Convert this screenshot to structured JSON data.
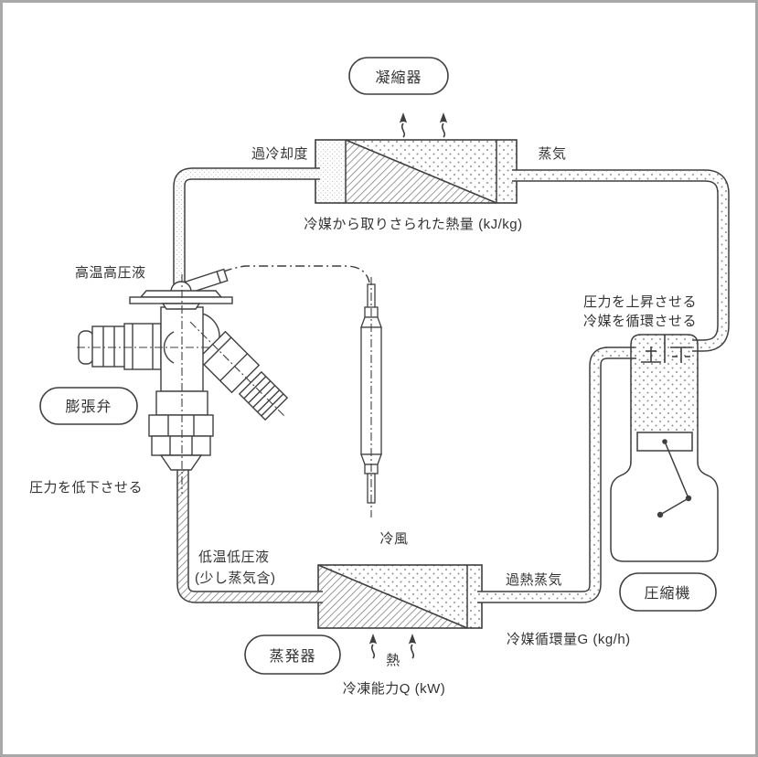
{
  "diagram": {
    "type": "refrigeration-cycle",
    "components": {
      "condenser": "凝縮器",
      "expansion_valve": "膨張弁",
      "evaporator": "蒸発器",
      "compressor": "圧縮機"
    },
    "annotations": {
      "subcooling_degree": "過冷却度",
      "vapor": "蒸気",
      "heat_removed": "冷媒から取りさられた熱量 (kJ/kg)",
      "high_temp_high_pressure_liquid": "高温高圧液",
      "pressure_lowered": "圧力を低下させる",
      "low_temp_low_pressure_liquid": "低温低圧液",
      "slight_vapor_included": "(少し蒸気含)",
      "cold_air": "冷風",
      "heat": "熱",
      "refrigeration_capacity": "冷凍能力Q (kW)",
      "superheated_vapor": "過熱蒸気",
      "refrigerant_circulation_rate": "冷媒循環量G (kg/h)",
      "pressure_raised": "圧力を上昇させる",
      "refrigerant_circulated": "冷媒を循環させる"
    },
    "colors": {
      "outline": "#3f3f3f",
      "text": "#333333",
      "frame_border": "#a8a8a8",
      "hatch": "#6f6f6f",
      "stipple": "#8f8f8f",
      "background": "#ffffff"
    }
  }
}
